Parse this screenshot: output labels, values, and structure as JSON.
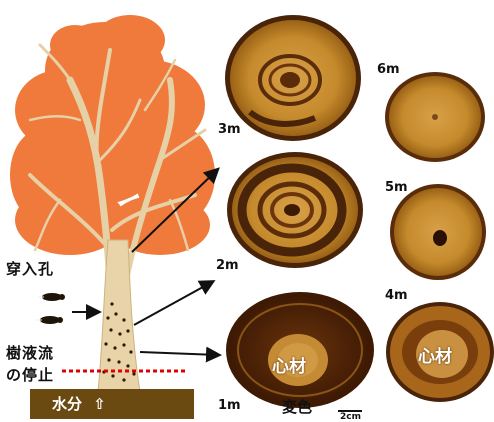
{
  "labels": {
    "bore_hole": "穿入孔",
    "sap_flow_stop_line1": "樹液流",
    "sap_flow_stop_line2": "の停止",
    "water": "水分",
    "water_arrow": "⇧"
  },
  "heights": {
    "h1": "1m",
    "h2": "2m",
    "h3": "3m",
    "h4": "4m",
    "h5": "5m",
    "h6": "6m"
  },
  "disc_labels": {
    "heartwood_left": "心材",
    "heartwood_right": "心材",
    "discoloration": "変色",
    "scale": "2cm"
  },
  "colors": {
    "foliage": "#f07a3c",
    "trunk": "#e8d4a8",
    "ground": "#6b4a12",
    "sap_line": "#e00000",
    "wood_outer": "#b87a1e",
    "wood_bark": "#4a2408",
    "wood_stain": "#5a2c0a"
  }
}
